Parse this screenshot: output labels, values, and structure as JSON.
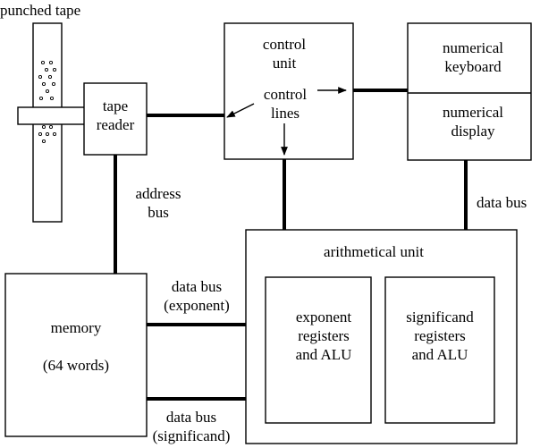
{
  "labels": {
    "punched_tape": "punched tape",
    "tape_reader": [
      "tape",
      "reader"
    ],
    "control_unit": [
      "control",
      "unit"
    ],
    "control_lines": [
      "control",
      "lines"
    ],
    "numerical_keyboard": [
      "numerical",
      "keyboard"
    ],
    "numerical_display": [
      "numerical",
      "display"
    ],
    "address_bus": [
      "address",
      "bus"
    ],
    "data_bus_right": "data bus",
    "arithmetical_unit": "arithmetical unit",
    "memory": "memory",
    "memory_size": "(64 words)",
    "data_bus_exponent": [
      "data bus",
      "(exponent)"
    ],
    "data_bus_significand": [
      "data bus",
      "(significand)"
    ],
    "exponent_registers": [
      "exponent",
      "registers",
      "and ALU"
    ],
    "significand_registers": [
      "significand",
      "registers",
      "and ALU"
    ]
  }
}
